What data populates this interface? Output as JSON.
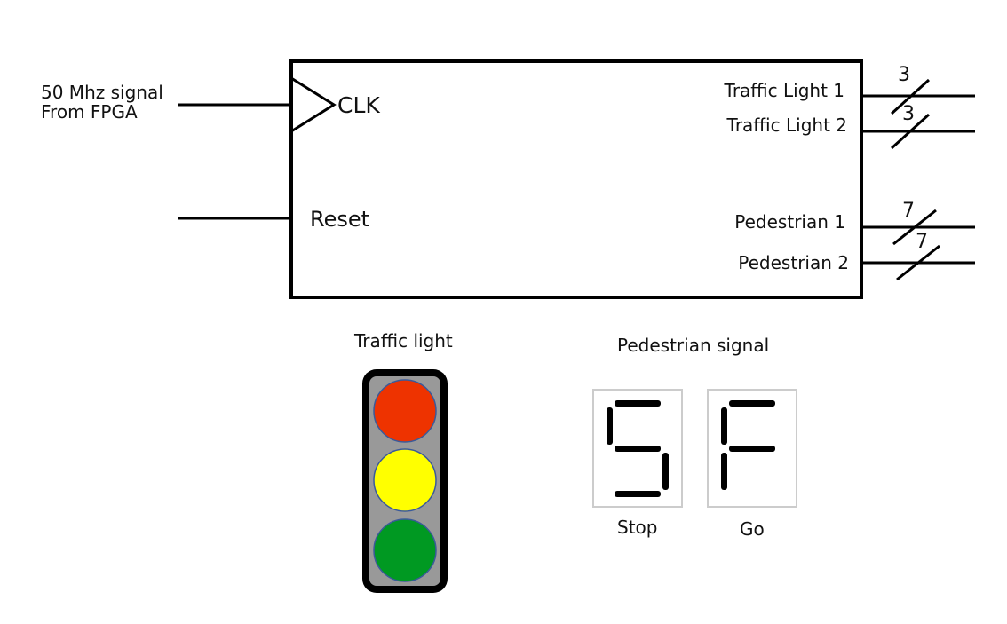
{
  "inputs": {
    "clock_source_line1": "50 Mhz signal",
    "clock_source_line2": "From FPGA",
    "clk_label": "CLK",
    "reset_label": "Reset"
  },
  "outputs": [
    {
      "label": "Traffic Light 1",
      "width": "3"
    },
    {
      "label": "Traffic Light 2",
      "width": "3"
    },
    {
      "label": "Pedestrian 1",
      "width": "7"
    },
    {
      "label": "Pedestrian 2",
      "width": "7"
    }
  ],
  "traffic_light": {
    "title": "Traffic light",
    "lamps": [
      {
        "name": "red",
        "color": "#ee3300"
      },
      {
        "name": "yellow",
        "color": "#ffff00"
      },
      {
        "name": "green",
        "color": "#009922"
      }
    ]
  },
  "pedestrian_signal": {
    "title": "Pedestrian signal",
    "displays": [
      {
        "character": "S",
        "caption": "Stop"
      },
      {
        "character": "F",
        "caption": "Go"
      }
    ]
  }
}
